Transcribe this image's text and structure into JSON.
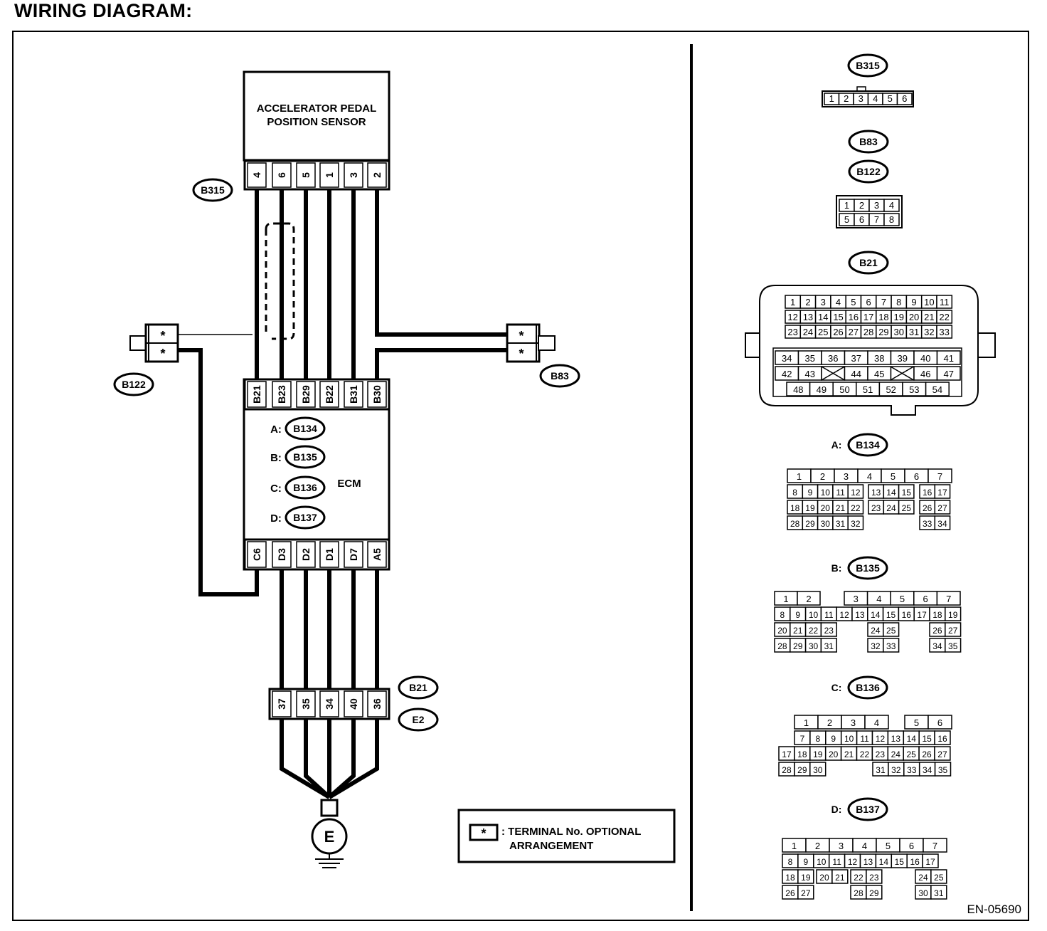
{
  "page": {
    "heading": "WIRING DIAGRAM:",
    "figure_id": "EN-05690"
  },
  "sensor": {
    "label_line1": "ACCELERATOR PEDAL",
    "label_line2": "POSITION SENSOR",
    "connector": "B315",
    "pins": [
      "4",
      "6",
      "5",
      "1",
      "3",
      "2"
    ]
  },
  "ecm": {
    "label": "ECM",
    "top_pins": [
      "B21",
      "B23",
      "B29",
      "B22",
      "B31",
      "B30"
    ],
    "bottom_pins": [
      "C6",
      "D3",
      "D2",
      "D1",
      "D7",
      "A5"
    ],
    "connectors": [
      {
        "prefix": "A:",
        "name": "B134"
      },
      {
        "prefix": "B:",
        "name": "B135"
      },
      {
        "prefix": "C:",
        "name": "B136"
      },
      {
        "prefix": "D:",
        "name": "B137"
      }
    ]
  },
  "left_connector": {
    "name": "B122",
    "pins": [
      "*",
      "*"
    ]
  },
  "right_connector": {
    "name": "B83",
    "pins": [
      "*",
      "*"
    ]
  },
  "ground_connector": {
    "names": [
      "B21",
      "E2"
    ],
    "pins": [
      "37",
      "35",
      "34",
      "40",
      "36"
    ]
  },
  "ground_symbol": "E",
  "legend": {
    "symbol": "*",
    "line1": ": TERMINAL No. OPTIONAL",
    "line2": "ARRANGEMENT"
  },
  "connector_views": {
    "b315": {
      "name": "B315",
      "pins": [
        "1",
        "2",
        "3",
        "4",
        "5",
        "6"
      ]
    },
    "b83_b122": {
      "names": [
        "B83",
        "B122"
      ],
      "rows": [
        [
          "1",
          "2",
          "3",
          "4"
        ],
        [
          "5",
          "6",
          "7",
          "8"
        ]
      ]
    },
    "b21": {
      "name": "B21",
      "rows": [
        [
          "1",
          "2",
          "3",
          "4",
          "5",
          "6",
          "7",
          "8",
          "9",
          "10",
          "11"
        ],
        [
          "12",
          "13",
          "14",
          "15",
          "16",
          "17",
          "18",
          "19",
          "20",
          "21",
          "22"
        ],
        [
          "23",
          "24",
          "25",
          "26",
          "27",
          "28",
          "29",
          "30",
          "31",
          "32",
          "33"
        ],
        [
          "34",
          "35",
          "36",
          "37",
          "38",
          "39",
          "40",
          "41"
        ],
        [
          "42",
          "43",
          "",
          "44",
          "45",
          "",
          "46",
          "47"
        ],
        [
          "48",
          "49",
          "50",
          "51",
          "52",
          "53",
          "54"
        ]
      ]
    },
    "b134": {
      "prefix": "A:",
      "name": "B134",
      "rows": [
        [
          "1",
          "2",
          "3",
          "4",
          "5",
          "6",
          "7"
        ],
        [
          "8",
          "9",
          "10",
          "11",
          "12",
          "13",
          "14",
          "15",
          "16",
          "17"
        ],
        [
          "18",
          "19",
          "20",
          "21",
          "22",
          "23",
          "24",
          "25",
          "26",
          "27"
        ],
        [
          "28",
          "29",
          "30",
          "31",
          "32",
          "33",
          "34"
        ]
      ]
    },
    "b135": {
      "prefix": "B:",
      "name": "B135",
      "rows": [
        [
          "1",
          "2",
          "3",
          "4",
          "5",
          "6",
          "7"
        ],
        [
          "8",
          "9",
          "10",
          "11",
          "12",
          "13",
          "14",
          "15",
          "16",
          "17",
          "18",
          "19"
        ],
        [
          "20",
          "21",
          "22",
          "23",
          "24",
          "25",
          "26",
          "27"
        ],
        [
          "28",
          "29",
          "30",
          "31",
          "32",
          "33",
          "34",
          "35"
        ]
      ]
    },
    "b136": {
      "prefix": "C:",
      "name": "B136",
      "rows": [
        [
          "1",
          "2",
          "3",
          "4",
          "5",
          "6"
        ],
        [
          "7",
          "8",
          "9",
          "10",
          "11",
          "12",
          "13",
          "14",
          "15",
          "16"
        ],
        [
          "17",
          "18",
          "19",
          "20",
          "21",
          "22",
          "23",
          "24",
          "25",
          "26",
          "27"
        ],
        [
          "28",
          "29",
          "30",
          "31",
          "32",
          "33",
          "34",
          "35"
        ]
      ]
    },
    "b137": {
      "prefix": "D:",
      "name": "B137",
      "rows": [
        [
          "1",
          "2",
          "3",
          "4",
          "5",
          "6",
          "7"
        ],
        [
          "8",
          "9",
          "10",
          "11",
          "12",
          "13",
          "14",
          "15",
          "16",
          "17"
        ],
        [
          "18",
          "19",
          "20",
          "21",
          "22",
          "23",
          "24",
          "25"
        ],
        [
          "26",
          "27",
          "28",
          "29",
          "30",
          "31"
        ]
      ]
    }
  }
}
